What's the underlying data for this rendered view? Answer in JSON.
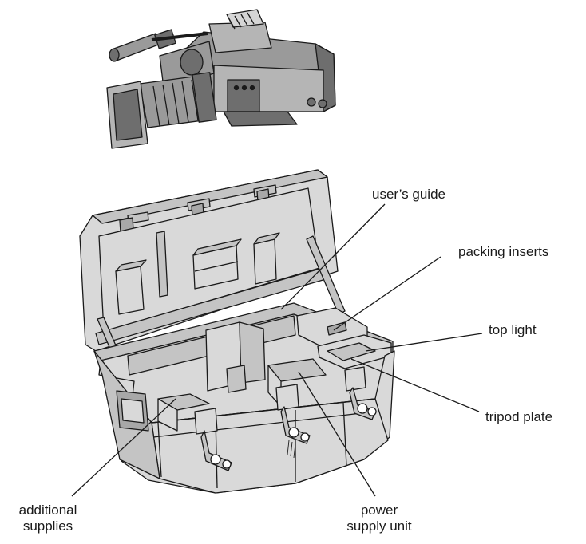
{
  "labels": {
    "users_guide": "user’s guide",
    "packing_inserts": "packing inserts",
    "top_light": "top light",
    "tripod_plate": "tripod plate",
    "additional_supplies_line1": "additional",
    "additional_supplies_line2": "supplies",
    "power_supply_line1": "power",
    "power_supply_line2": "supply unit"
  },
  "colors": {
    "case_fill": "#d9d9d9",
    "case_shade": "#c4c4c4",
    "case_dark": "#a8a8a8",
    "camera_dark": "#6e6e6e",
    "camera_mid": "#9a9a9a",
    "outline": "#1a1a1a"
  },
  "icons": [
    "camera-illustration",
    "transit-case-illustration"
  ]
}
